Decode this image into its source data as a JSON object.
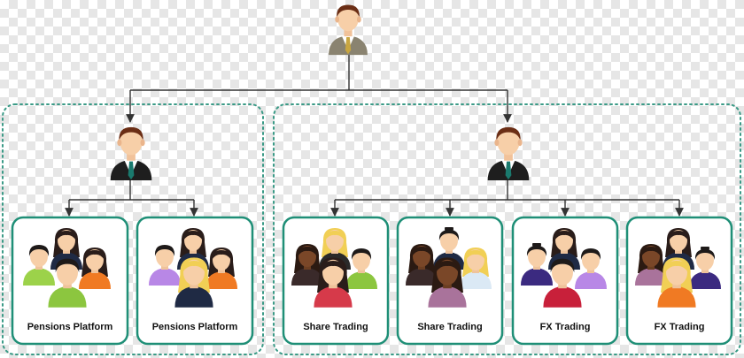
{
  "diagram": {
    "colors": {
      "connector": "#333333",
      "group_border": "#3a9a86",
      "team_border": "#1f8f77"
    },
    "icons": {
      "manager": "manager-icon",
      "team": "team-group-icon"
    },
    "teams": [
      {
        "label": "Pensions Platform"
      },
      {
        "label": "Pensions Platform"
      },
      {
        "label": "Share Trading"
      },
      {
        "label": "Share Trading"
      },
      {
        "label": "FX Trading"
      },
      {
        "label": "FX Trading"
      }
    ]
  }
}
